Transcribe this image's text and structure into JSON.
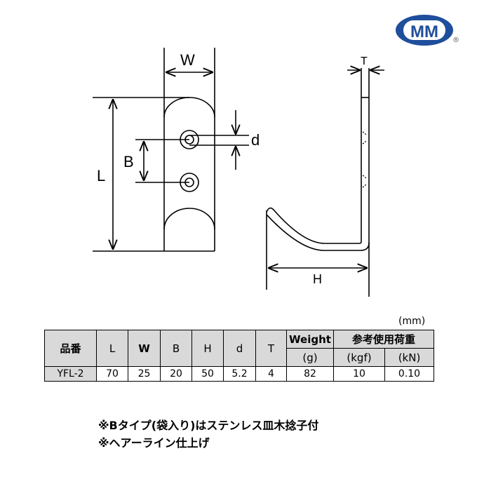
{
  "logo": {
    "text": "MM",
    "registered": "®",
    "color": "#1f4e9c"
  },
  "drawing": {
    "labels": {
      "W": "W",
      "L": "L",
      "B": "B",
      "d": "d",
      "T": "T",
      "H": "H"
    }
  },
  "table": {
    "unit": "(mm)",
    "headers": {
      "part_no": "品番",
      "L": "L",
      "W": "W",
      "B": "B",
      "H": "H",
      "d": "d",
      "T": "T",
      "weight": "Weight",
      "weight_unit": "(g)",
      "load": "参考使用荷重",
      "load_kgf": "(kgf)",
      "load_kn": "(kN)"
    },
    "rows": [
      {
        "part_no": "YFL-2",
        "L": "70",
        "W": "25",
        "B": "20",
        "H": "50",
        "d": "5.2",
        "T": "4",
        "weight": "82",
        "kgf": "10",
        "kn": "0.10"
      }
    ]
  },
  "notes": [
    "※Bタイプ(袋入り)はステンレス皿木捻子付",
    "※ヘアーライン仕上げ"
  ]
}
